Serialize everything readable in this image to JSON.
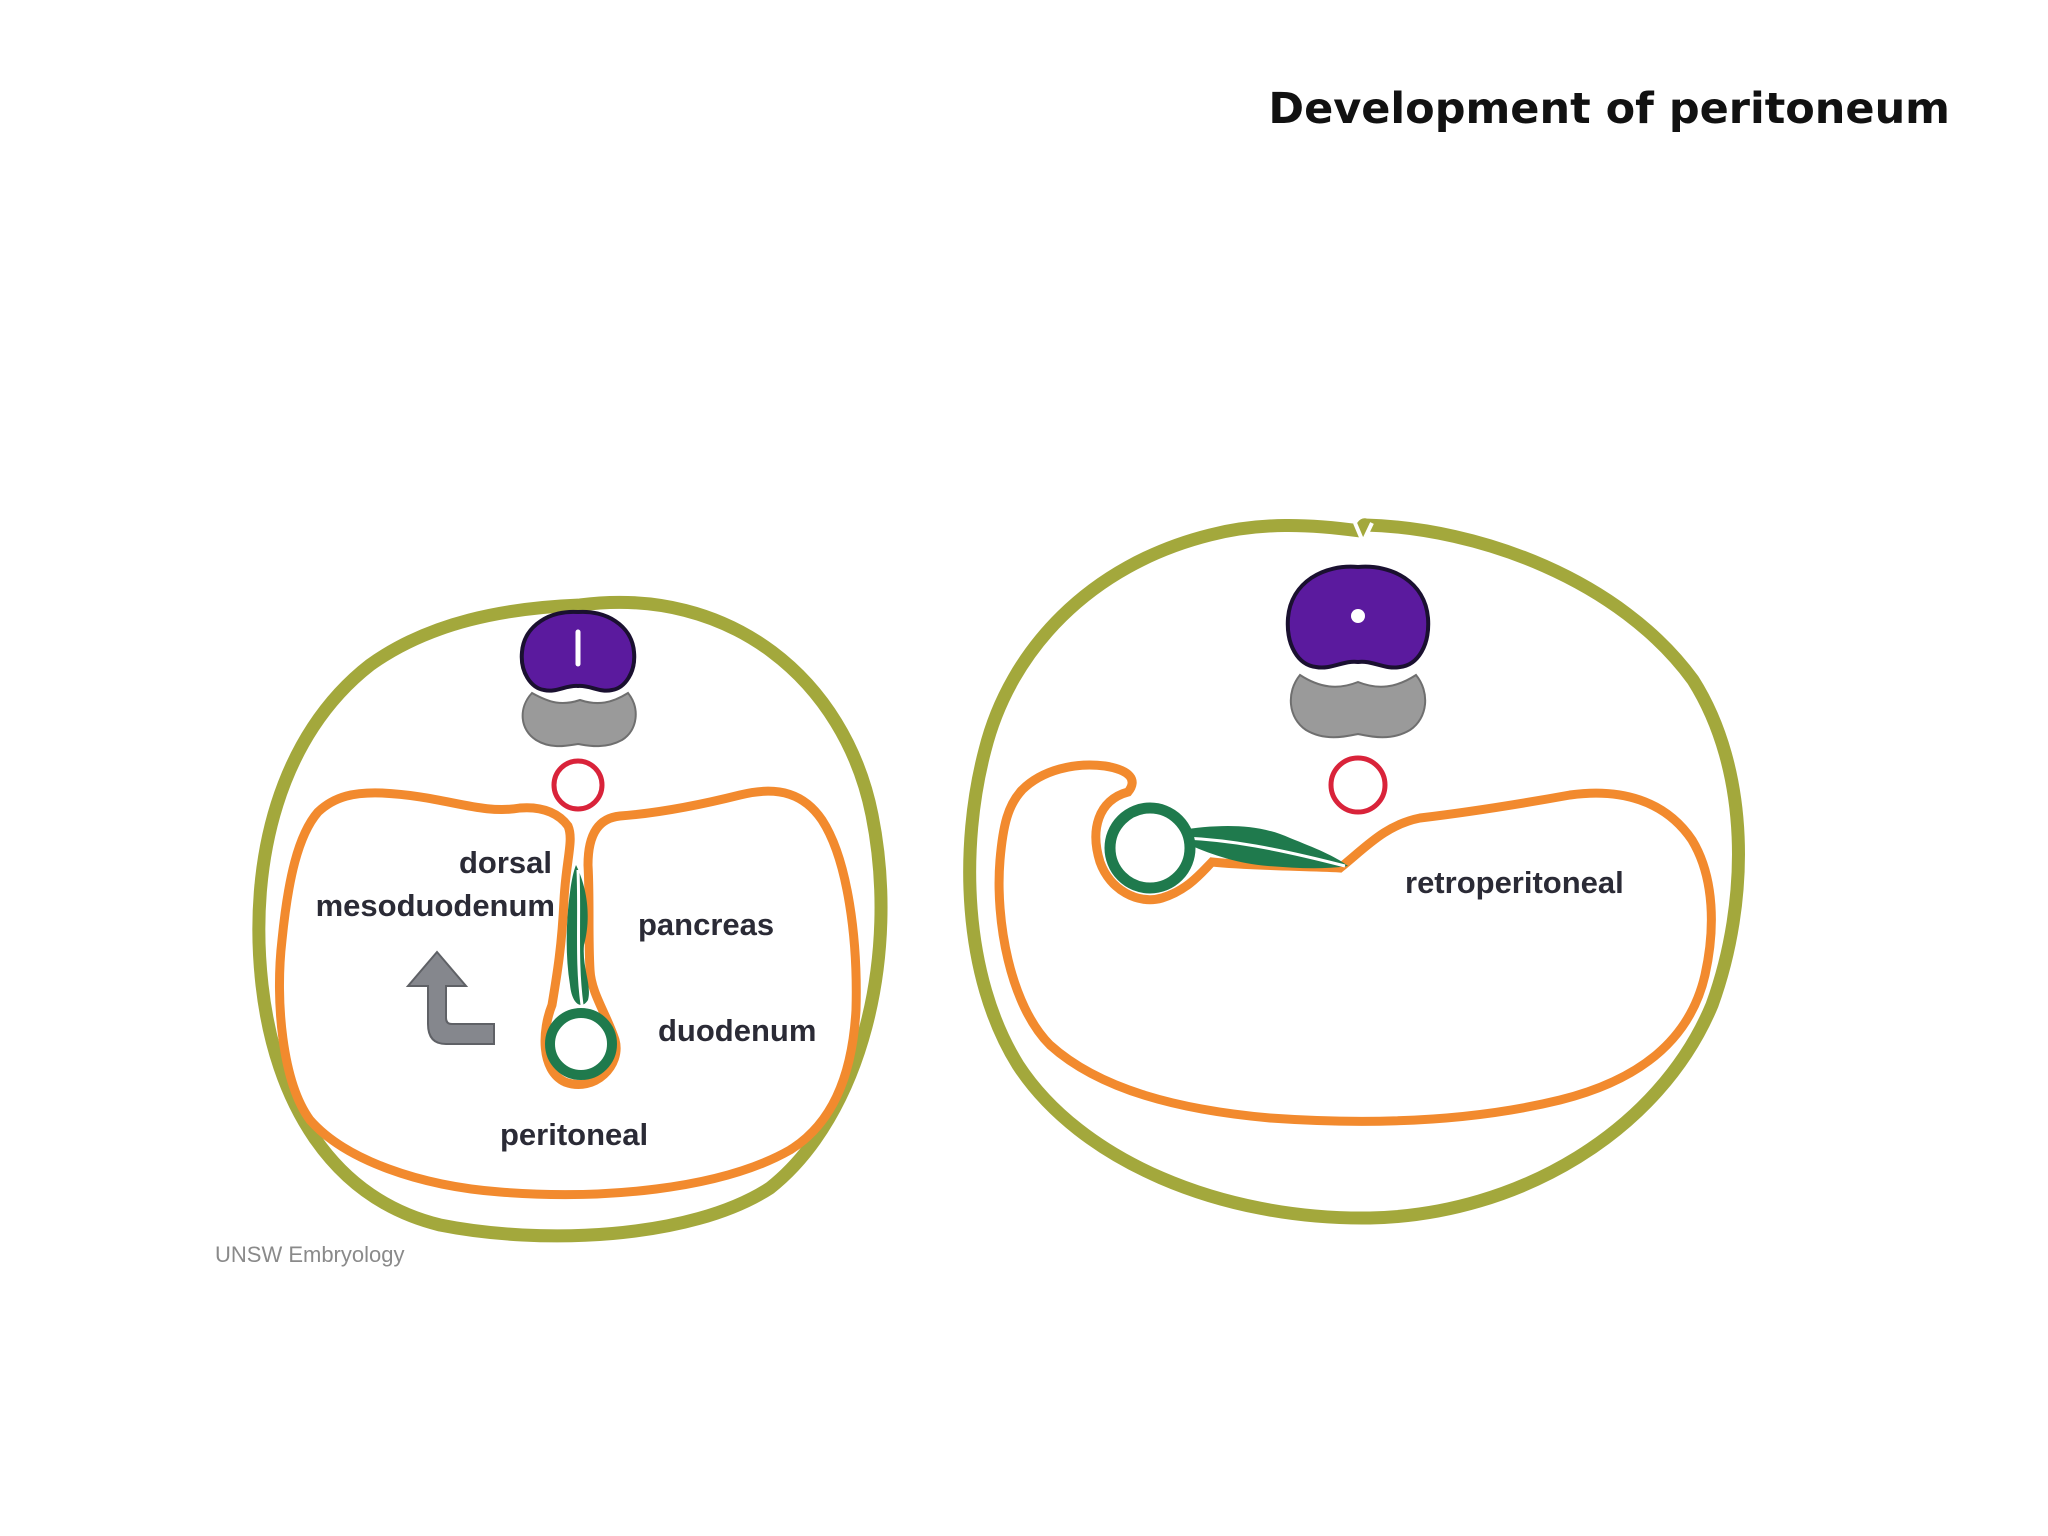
{
  "slide": {
    "title": "Development of peritoneum"
  },
  "diagram": {
    "labels": {
      "dorsal": "dorsal",
      "mesoduodenum": "mesoduodenum",
      "pancreas": "pancreas",
      "duodenum": "duodenum",
      "peritoneal": "peritoneal",
      "retroperitoneal": "retroperitoneal"
    },
    "credit": "UNSW Embryology",
    "colors": {
      "body_wall": "#a3a83c",
      "peritoneum": "#f28a2e",
      "gut": "#1f7a4d",
      "spinal_cord": "#5b1a9e",
      "vertebral_body": "#9a9a9a",
      "aorta": "#d9233a",
      "arrow": "#85878d"
    },
    "icons": {
      "rotation_arrow": "curved-arrow-up-icon"
    }
  }
}
